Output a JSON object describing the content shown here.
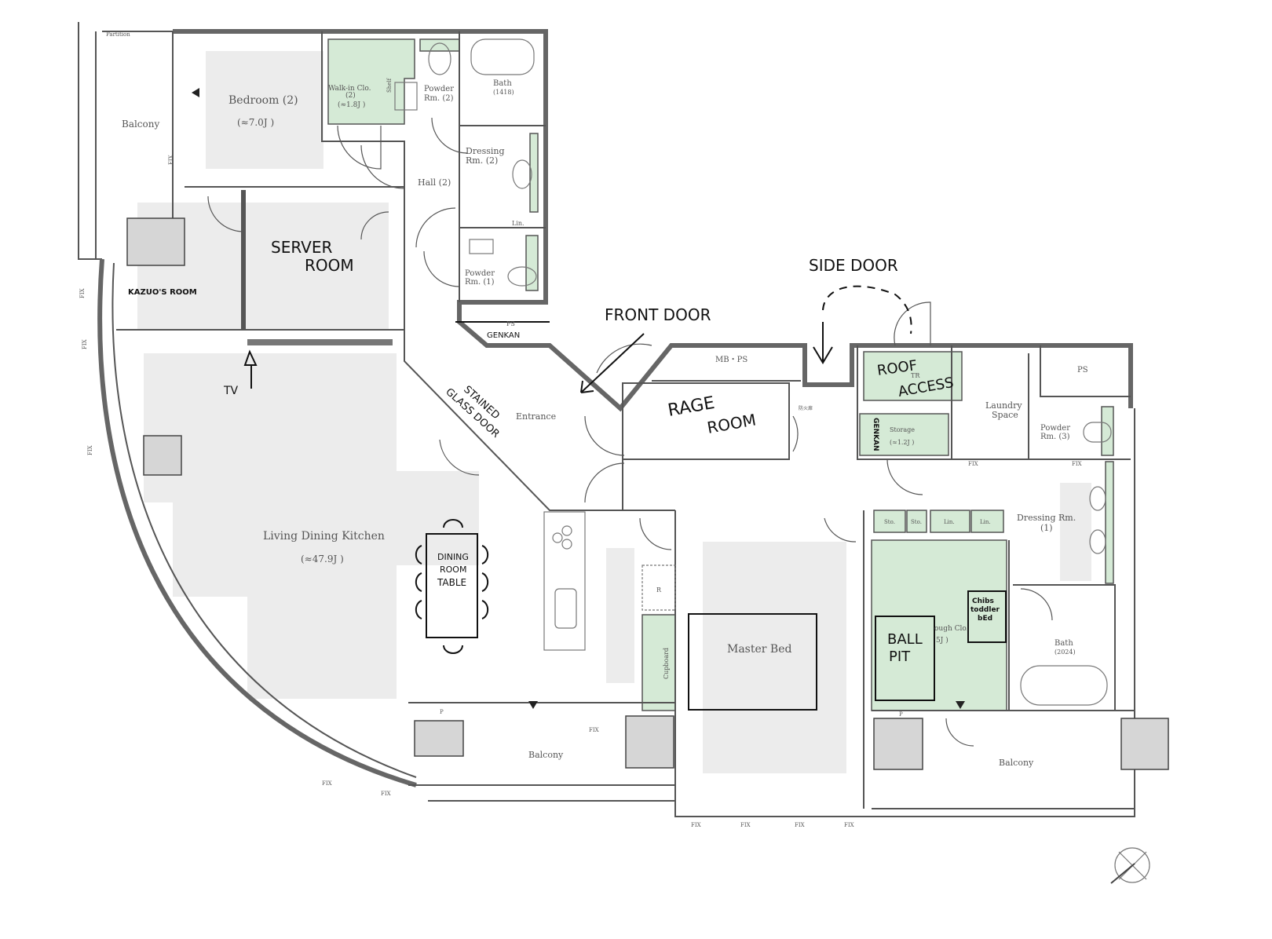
{
  "printed_labels": {
    "partition": "Partition",
    "balcony_left": "Balcony",
    "balcony_mid": "Balcony",
    "balcony_right": "Balcony",
    "bedroom2": "Bedroom (2)",
    "bedroom2_area": "(≈7.0J )",
    "walkin2": "Walk-in Clo.",
    "walkin2_num": "(2)",
    "walkin2_area": "(≈1.8J )",
    "shelf": "Shelf",
    "powder2": "Powder",
    "powder2_num": "Rm. (2)",
    "bath1418": "Bath",
    "bath1418_num": "(1418)",
    "dressing2": "Dressing",
    "dressing2_num": "Rm. (2)",
    "hall2": "Hall (2)",
    "lin_top": "Lin.",
    "powder1": "Powder",
    "powder1_num": "Rm. (1)",
    "ps_genkan": "PS",
    "entrance": "Entrance",
    "mbps": "MB・PS",
    "firedoor": "防火扉",
    "tr": "TR",
    "ps_right": "PS",
    "storage": "Storage",
    "storage_area": "(≈1.2J )",
    "laundry": "Laundry",
    "laundry2": "Space",
    "powder3": "Powder",
    "powder3_num": "Rm. (3)",
    "sto": "Sto.",
    "lin": "Lin.",
    "dressing1": "Dressing Rm.",
    "dressing1_num": "(1)",
    "fridge": "R",
    "cupboard": "Cupboard",
    "master_bed": "Master Bed",
    "walkthrough": "ough Clo.",
    "walkthrough_area": "5J )",
    "bath2024": "Bath",
    "bath2024_num": "(2024)",
    "ldk": "Living Dining Kitchen",
    "ldk_area": "(≈47.9J )",
    "pipe": "P",
    "fix": "FIX"
  },
  "handwritten_labels": {
    "server_room_1": "SERVER",
    "server_room_2": "ROOM",
    "kazuo_room": "KAZUO'S ROOM",
    "tv": "TV",
    "stained_1": "STAINED",
    "stained_2": "GLASS DOOR",
    "front_door": "FRONT DOOR",
    "side_door": "SIDE DOOR",
    "genkan": "GENKAN",
    "rage_1": "RAGE",
    "rage_2": "ROOM",
    "roof_1": "ROOF",
    "roof_2": "ACCESS",
    "table_1": "DINING",
    "table_2": "ROOM",
    "table_3": "TABLE",
    "ball_1": "BALL",
    "ball_2": "PIT",
    "chibs_1": "Chibs",
    "chibs_2": "toddler",
    "chibs_3": "bEd"
  },
  "colors": {
    "closet_green": "#d5ead6",
    "floor_gray": "#ececec",
    "wall": "#555555"
  }
}
